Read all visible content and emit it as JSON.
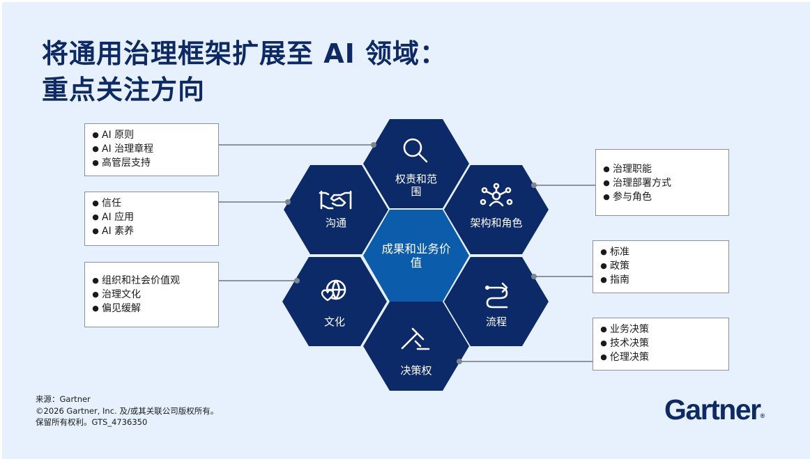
{
  "title": {
    "line1": "将通用治理框架扩展至 AI 领域：",
    "line2": "重点关注方向"
  },
  "hexagons": {
    "center": {
      "label_line1": "成果和业务价",
      "label_line2": "值"
    },
    "top": {
      "label_line1": "权责和范",
      "label_line2": "围",
      "icon": "magnifier-icon"
    },
    "upper_left": {
      "label": "沟通",
      "icon": "handshake-icon"
    },
    "upper_right": {
      "label": "架构和角色",
      "icon": "network-people-icon"
    },
    "lower_left": {
      "label": "文化",
      "icon": "globe-heart-icon"
    },
    "lower_right": {
      "label": "流程",
      "icon": "process-path-icon"
    },
    "bottom": {
      "label": "决策权",
      "icon": "gavel-icon"
    }
  },
  "callouts": {
    "top_left": [
      "AI 原则",
      "AI 治理章程",
      "高管层支持"
    ],
    "mid_left": [
      "信任",
      "AI 应用",
      "AI 素养"
    ],
    "bottom_left": [
      "组织和社会价值观",
      "治理文化",
      "偏见缓解"
    ],
    "top_right": [
      "治理职能",
      "治理部署方式",
      "参与角色"
    ],
    "mid_right": [
      "标准",
      "政策",
      "指南"
    ],
    "bottom_right": [
      "业务决策",
      "技术决策",
      "伦理决策"
    ]
  },
  "footer": {
    "source": "来源：Gartner",
    "copyright": "©2026  Gartner,   Inc. 及/或其关联公司版权所有。",
    "rights": "保留所有权利。GTS_4736350"
  },
  "logo": {
    "text": "Gartner",
    "mark": "®"
  },
  "colors": {
    "background": "#e6f1fd",
    "hex_dark": "#0b2a67",
    "hex_center": "#0b5cab",
    "title": "#0d2a64"
  }
}
